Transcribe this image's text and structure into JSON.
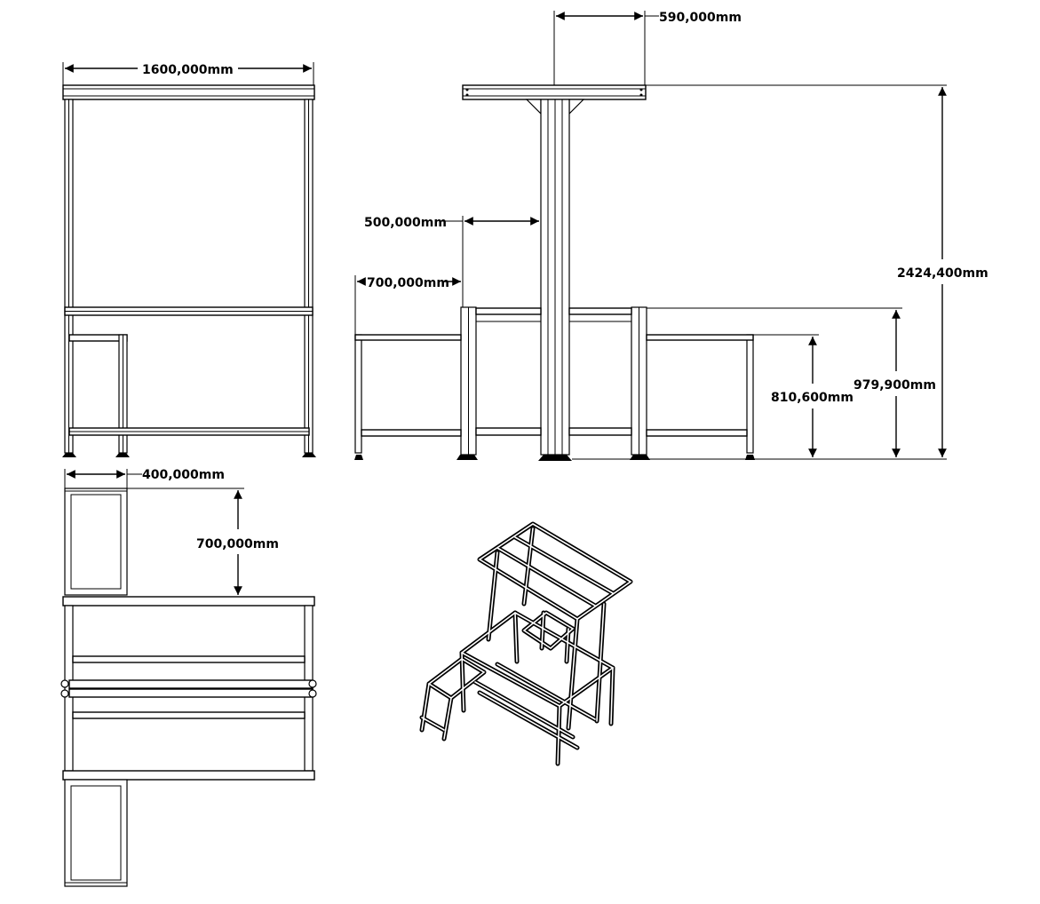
{
  "dimensions": {
    "front_width": "1600,000mm",
    "top_depth": "590,000mm",
    "arm_offset": "500,000mm",
    "side_step_width": "700,000mm",
    "total_height": "2424,400mm",
    "upper_table_height": "979,900mm",
    "step_height": "810,600mm",
    "plan_step_width": "400,000mm",
    "plan_step_depth": "700,000mm"
  },
  "colors": {
    "line": "#000000",
    "background": "#ffffff"
  },
  "views": [
    "front-view",
    "side-view",
    "plan-view",
    "isometric-view"
  ]
}
